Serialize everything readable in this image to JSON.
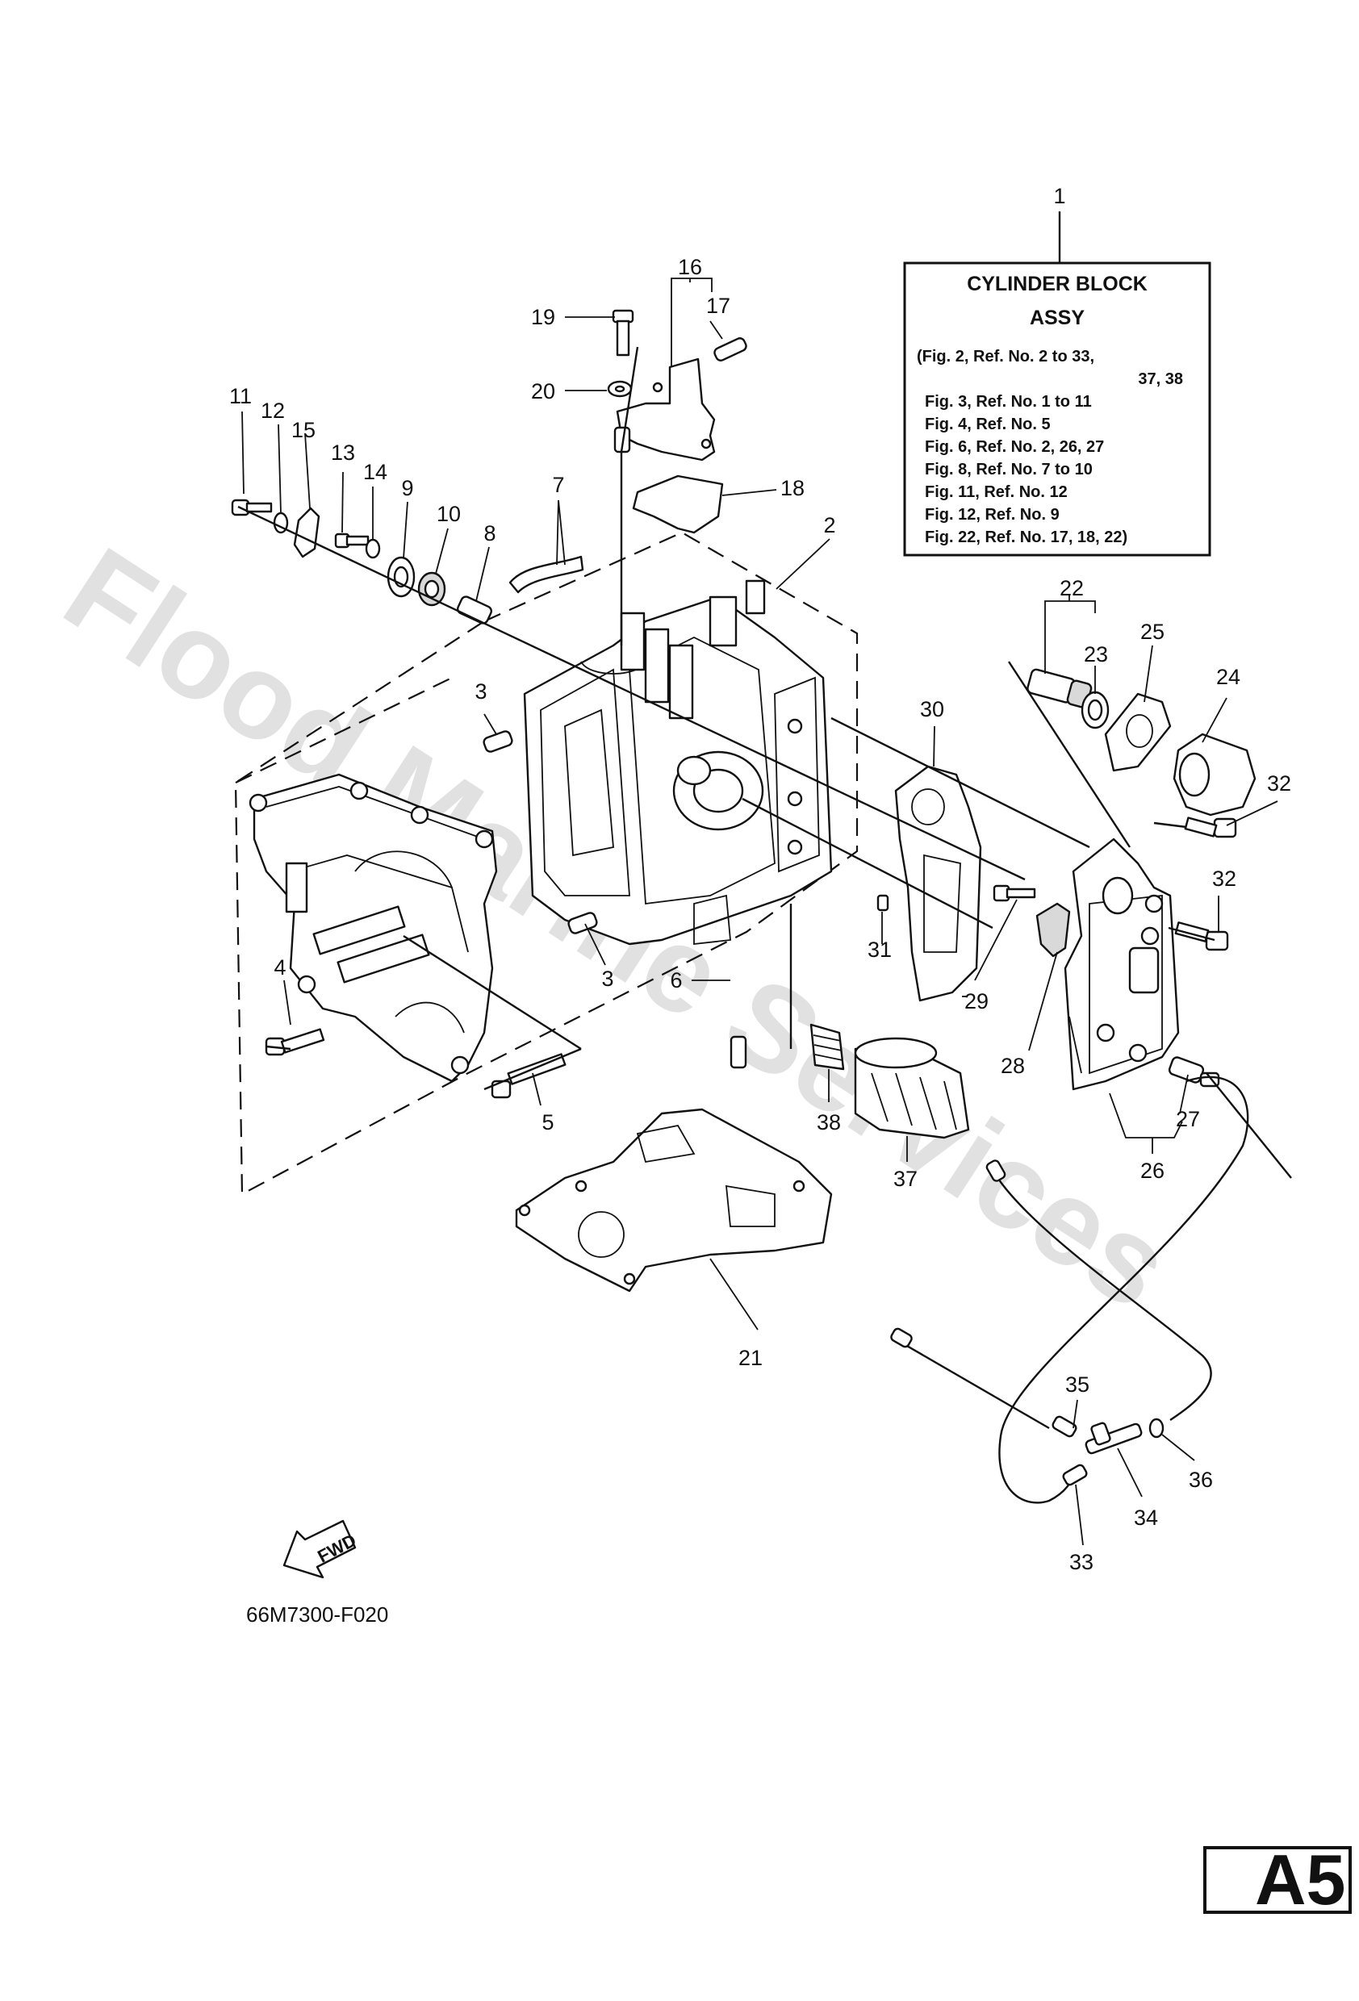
{
  "assy_box": {
    "title_line1": "CYLINDER BLOCK",
    "title_line2": "ASSY",
    "lines": [
      "(Fig. 2, Ref. No. 2 to 33,",
      "37, 38",
      "Fig. 3, Ref. No. 1 to 11",
      "Fig. 4, Ref. No. 5",
      "Fig. 6, Ref. No. 2, 26, 27",
      "Fig. 8, Ref. No. 7 to 10",
      "Fig. 11, Ref. No. 12",
      "Fig. 12, Ref. No. 9",
      "Fig. 22, Ref. No. 17, 18, 22)"
    ]
  },
  "callouts": {
    "c1": "1",
    "c2": "2",
    "c3a": "3",
    "c3b": "3",
    "c4": "4",
    "c5": "5",
    "c6": "6",
    "c7": "7",
    "c8": "8",
    "c9": "9",
    "c10": "10",
    "c11": "11",
    "c12": "12",
    "c13": "13",
    "c14": "14",
    "c15": "15",
    "c16": "16",
    "c17": "17",
    "c18": "18",
    "c19": "19",
    "c20": "20",
    "c21": "21",
    "c22": "22",
    "c23": "23",
    "c24": "24",
    "c25": "25",
    "c26": "26",
    "c27": "27",
    "c28": "28",
    "c29": "29",
    "c30": "30",
    "c31": "31",
    "c32a": "32",
    "c32b": "32",
    "c33": "33",
    "c34": "34",
    "c35": "35",
    "c36": "36",
    "c37": "37",
    "c38": "38"
  },
  "fwd_label": "FWD",
  "figure_code": "66M7300-F020",
  "page_label": "A5",
  "watermark": "Flood Marine Services"
}
